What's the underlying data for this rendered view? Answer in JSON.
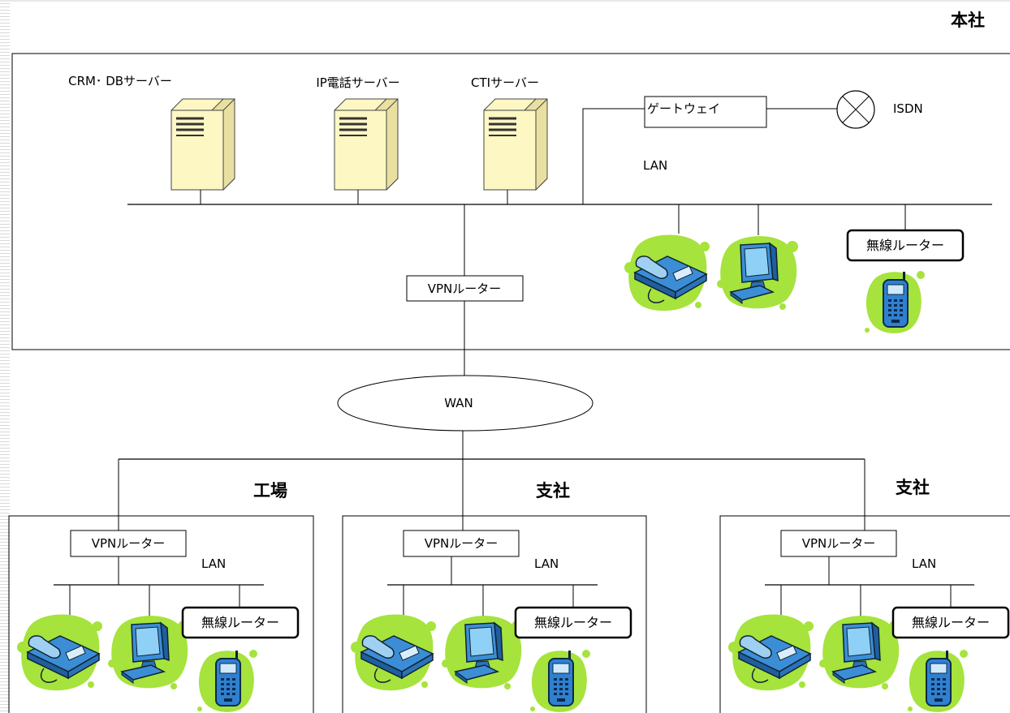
{
  "sites": {
    "hq": {
      "title": "本社",
      "lan": "LAN",
      "server_crm": "CRM･ DBサーバー",
      "server_ip": "IP電話サーバー",
      "server_cti": "CTIサーバー",
      "gateway": "ゲートウェイ",
      "isdn": "ISDN",
      "vpn_router": "VPNルーター",
      "wireless_router": "無線ルーター"
    },
    "factory": {
      "title": "工場",
      "lan": "LAN",
      "vpn_router": "VPNルーター",
      "wireless_router": "無線ルーター"
    },
    "branch1": {
      "title": "支社",
      "lan": "LAN",
      "vpn_router": "VPNルーター",
      "wireless_router": "無線ルーター"
    },
    "branch2": {
      "title": "支社",
      "lan": "LAN",
      "vpn_router": "VPNルーター",
      "wireless_router": "無線ルーター"
    }
  },
  "wan": "WAN",
  "colors": {
    "blob": "#a6e33c",
    "device_blue": "#3b8ed6",
    "server_body": "#fdf7c4",
    "line": "#000000"
  },
  "icons": [
    "server-icon",
    "ip-phone-icon",
    "pc-icon",
    "mobile-phone-icon",
    "isdn-icon"
  ]
}
